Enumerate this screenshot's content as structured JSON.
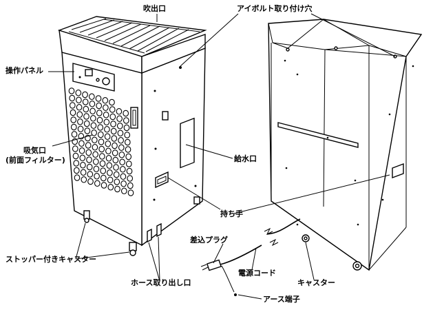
{
  "labels": {
    "outlet": "吹出口",
    "eyebolt": "アイボルト取り付け穴",
    "panel": "操作パネル",
    "intake_1": "吸気口",
    "intake_2": "(前面フィルター)",
    "water": "給水口",
    "handle": "持ち手",
    "plug": "差込プラグ",
    "cord": "電源コード",
    "stopper_caster": "ストッパー付きキャスター",
    "hose": "ホース取り出し口",
    "caster": "キャスター",
    "earth": "アース端子"
  }
}
